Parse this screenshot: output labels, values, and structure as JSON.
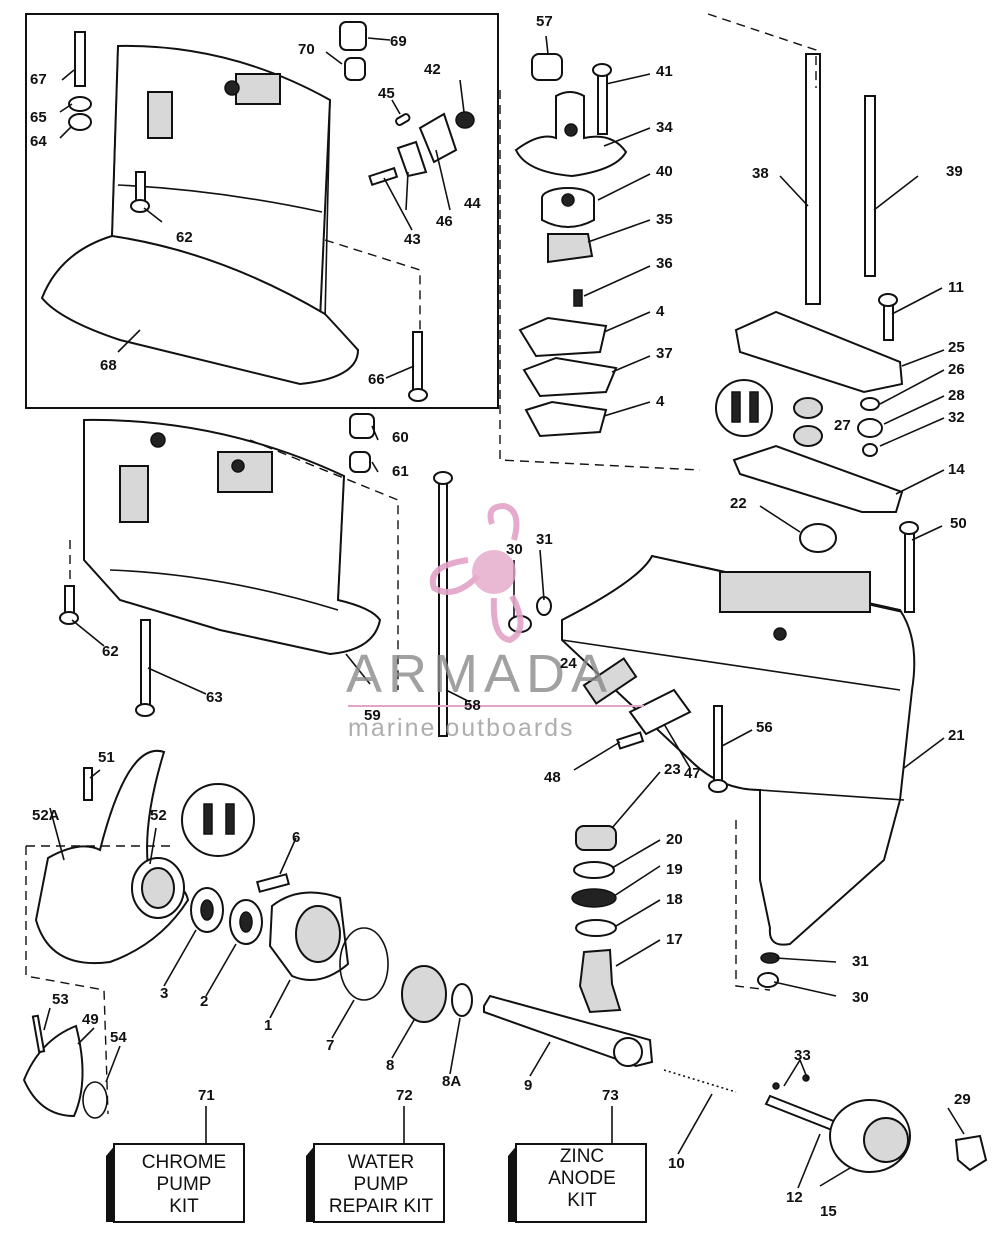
{
  "callouts": [
    "1",
    "2",
    "3",
    "4",
    "4",
    "6",
    "7",
    "8",
    "8A",
    "9",
    "10",
    "11",
    "12",
    "14",
    "15",
    "17",
    "18",
    "19",
    "20",
    "21",
    "22",
    "23",
    "24",
    "25",
    "26",
    "27",
    "28",
    "29",
    "30",
    "30",
    "31",
    "31",
    "32",
    "33",
    "34",
    "35",
    "36",
    "37",
    "38",
    "39",
    "40",
    "41",
    "42",
    "43",
    "44",
    "45",
    "46",
    "47",
    "48",
    "49",
    "50",
    "51",
    "52",
    "52A",
    "53",
    "54",
    "56",
    "57",
    "58",
    "59",
    "60",
    "61",
    "62",
    "62",
    "63",
    "64",
    "65",
    "66",
    "67",
    "68",
    "69",
    "70",
    "71",
    "72",
    "73"
  ],
  "kits": {
    "chrome": [
      "CHROME",
      "PUMP",
      "KIT"
    ],
    "water": [
      "WATER",
      "PUMP",
      "REPAIR KIT"
    ],
    "zinc": [
      "ZINC",
      "ANODE",
      "KIT"
    ]
  },
  "watermark": {
    "brand": "ARMADA",
    "tagline": "marine outboards",
    "logo_color": "#e3a3c7"
  }
}
